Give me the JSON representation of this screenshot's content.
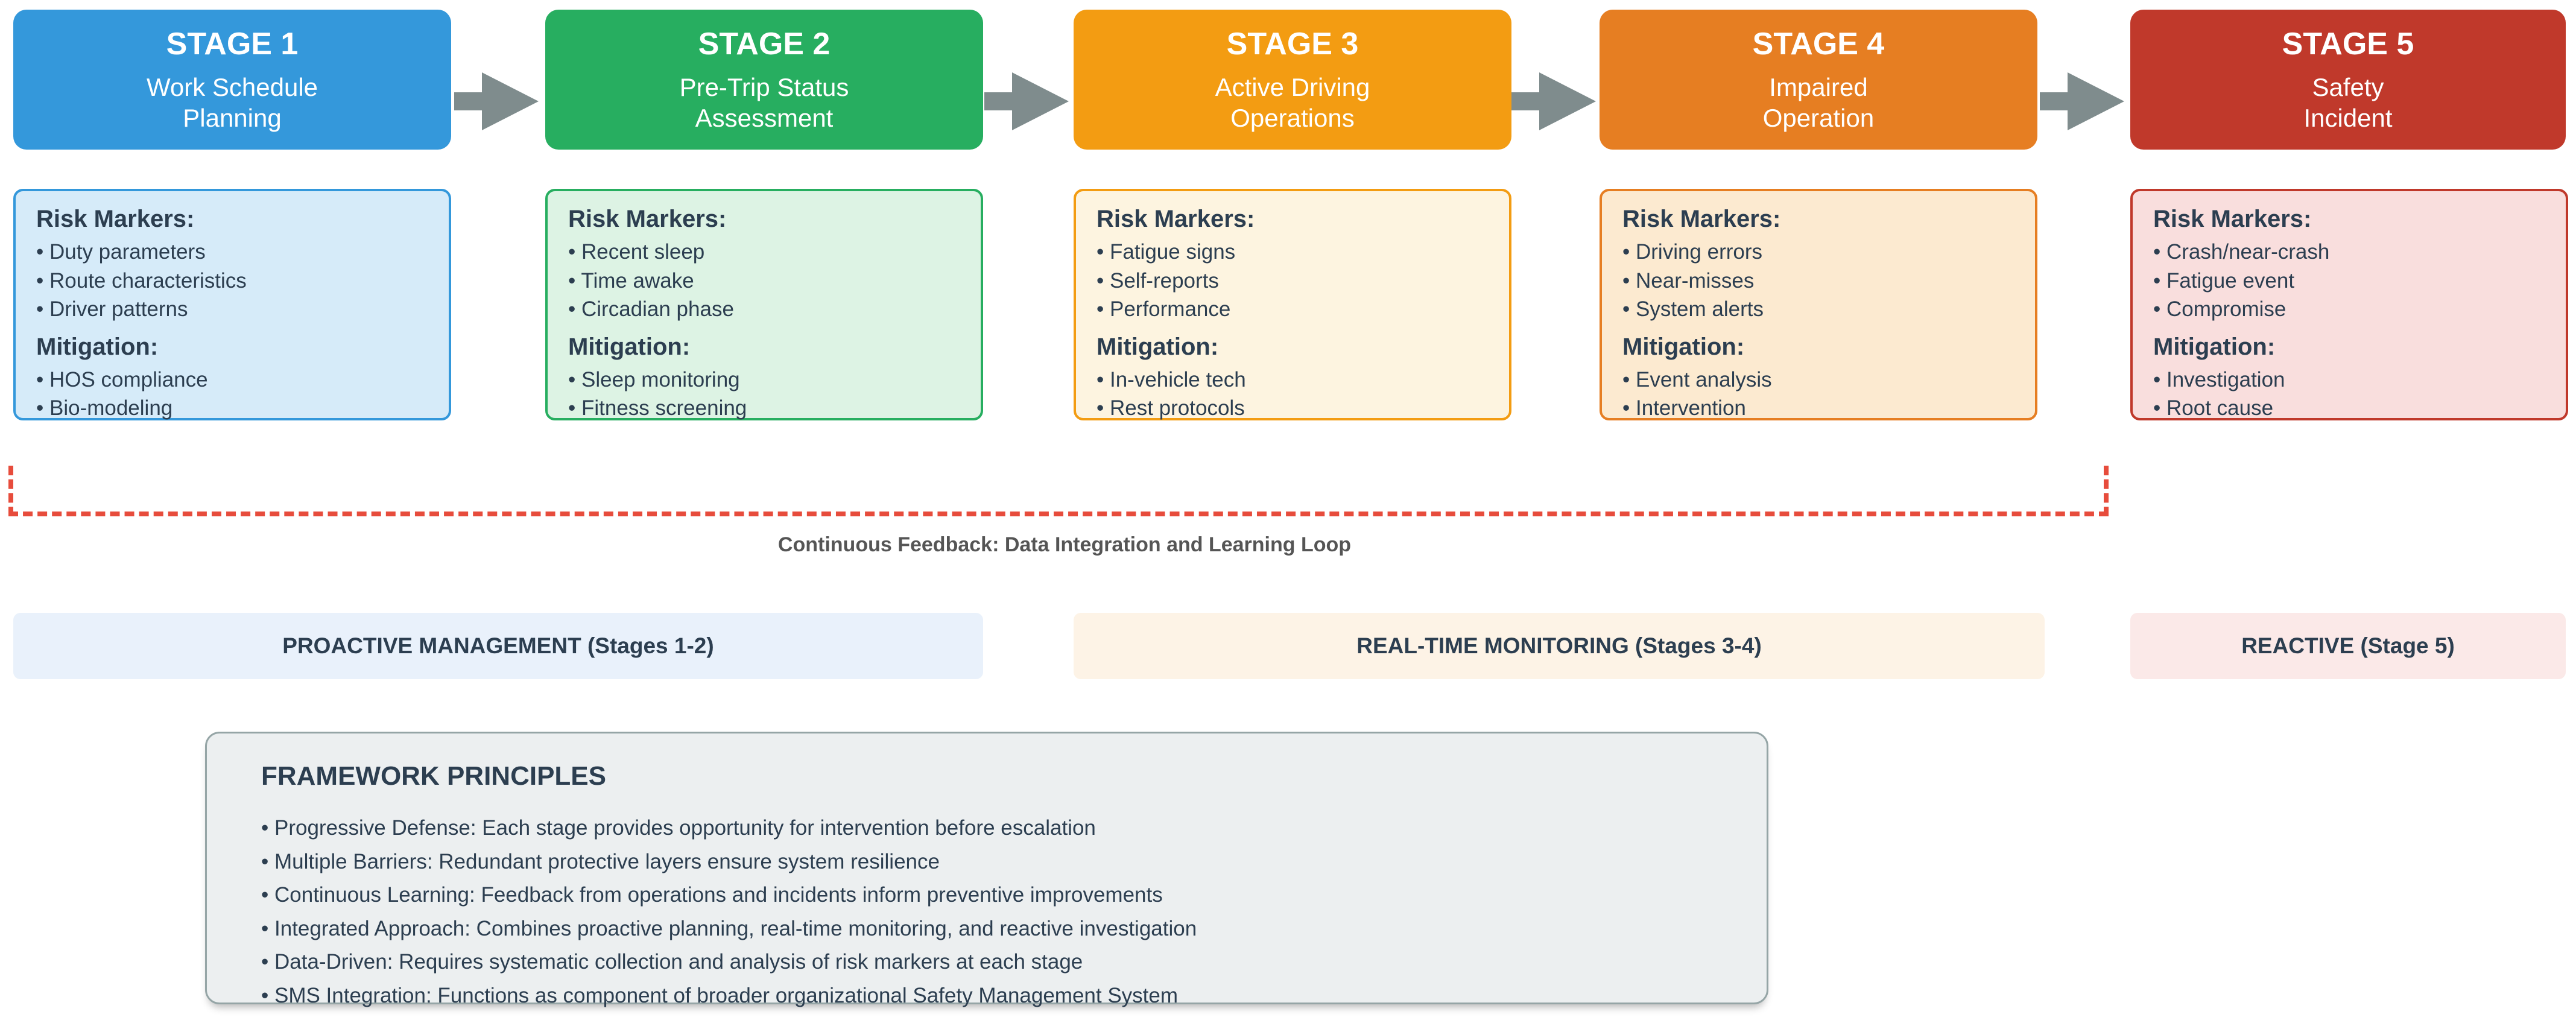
{
  "text_color": "#2c3e50",
  "arrow_color": "#7f8c8d",
  "stages": [
    {
      "stage_label": "STAGE 1",
      "name_line1": "Work Schedule",
      "name_line2": "Planning",
      "color": "#3498db",
      "panel_bg": "#d6ebf9",
      "panel_border": "#3498db",
      "risk_header": "Risk Markers:",
      "risk_markers": [
        "Duty parameters",
        "Route characteristics",
        "Driver patterns"
      ],
      "mitigation_header": "Mitigation:",
      "mitigations": [
        "HOS compliance",
        "Bio-modeling"
      ]
    },
    {
      "stage_label": "STAGE 2",
      "name_line1": "Pre-Trip Status",
      "name_line2": "Assessment",
      "color": "#27ae60",
      "panel_bg": "#ddf3e4",
      "panel_border": "#27ae60",
      "risk_header": "Risk Markers:",
      "risk_markers": [
        "Recent sleep",
        "Time awake",
        "Circadian phase"
      ],
      "mitigation_header": "Mitigation:",
      "mitigations": [
        "Sleep monitoring",
        "Fitness screening"
      ]
    },
    {
      "stage_label": "STAGE 3",
      "name_line1": "Active Driving",
      "name_line2": "Operations",
      "color": "#f39c12",
      "panel_bg": "#fdf4e0",
      "panel_border": "#f39c12",
      "risk_header": "Risk Markers:",
      "risk_markers": [
        "Fatigue signs",
        "Self-reports",
        "Performance"
      ],
      "mitigation_header": "Mitigation:",
      "mitigations": [
        "In-vehicle tech",
        "Rest protocols"
      ]
    },
    {
      "stage_label": "STAGE 4",
      "name_line1": "Impaired",
      "name_line2": "Operation",
      "color": "#e67e22",
      "panel_bg": "#fcead0",
      "panel_border": "#e67e22",
      "risk_header": "Risk Markers:",
      "risk_markers": [
        "Driving errors",
        "Near-misses",
        "System alerts"
      ],
      "mitigation_header": "Mitigation:",
      "mitigations": [
        "Event analysis",
        "Intervention"
      ]
    },
    {
      "stage_label": "STAGE 5",
      "name_line1": "Safety",
      "name_line2": "Incident",
      "color": "#c0392b",
      "panel_bg": "#f9dedd",
      "panel_border": "#c0392b",
      "risk_header": "Risk Markers:",
      "risk_markers": [
        "Crash/near-crash",
        "Fatigue event",
        "Compromise"
      ],
      "mitigation_header": "Mitigation:",
      "mitigations": [
        "Investigation",
        "Root cause"
      ]
    }
  ],
  "feedback": {
    "label": "Continuous Feedback: Data Integration and Learning Loop",
    "color": "#e74c3c",
    "label_color": "#555555"
  },
  "bands": [
    {
      "label": "PROACTIVE MANAGEMENT (Stages 1-2)",
      "bg": "#e9f1fb"
    },
    {
      "label": "REAL-TIME MONITORING (Stages 3-4)",
      "bg": "#fdf3e6"
    },
    {
      "label": "REACTIVE (Stage 5)",
      "bg": "#fbe9e8"
    }
  ],
  "principles": {
    "title": "FRAMEWORK PRINCIPLES",
    "items": [
      "Progressive Defense: Each stage provides opportunity for intervention before escalation",
      "Multiple Barriers: Redundant protective layers ensure system resilience",
      "Continuous Learning: Feedback from operations and incidents inform preventive improvements",
      "Integrated Approach: Combines proactive planning, real-time monitoring, and reactive investigation",
      "Data-Driven: Requires systematic collection and analysis of risk markers at each stage",
      "SMS Integration: Functions as component of broader organizational Safety Management System"
    ]
  }
}
